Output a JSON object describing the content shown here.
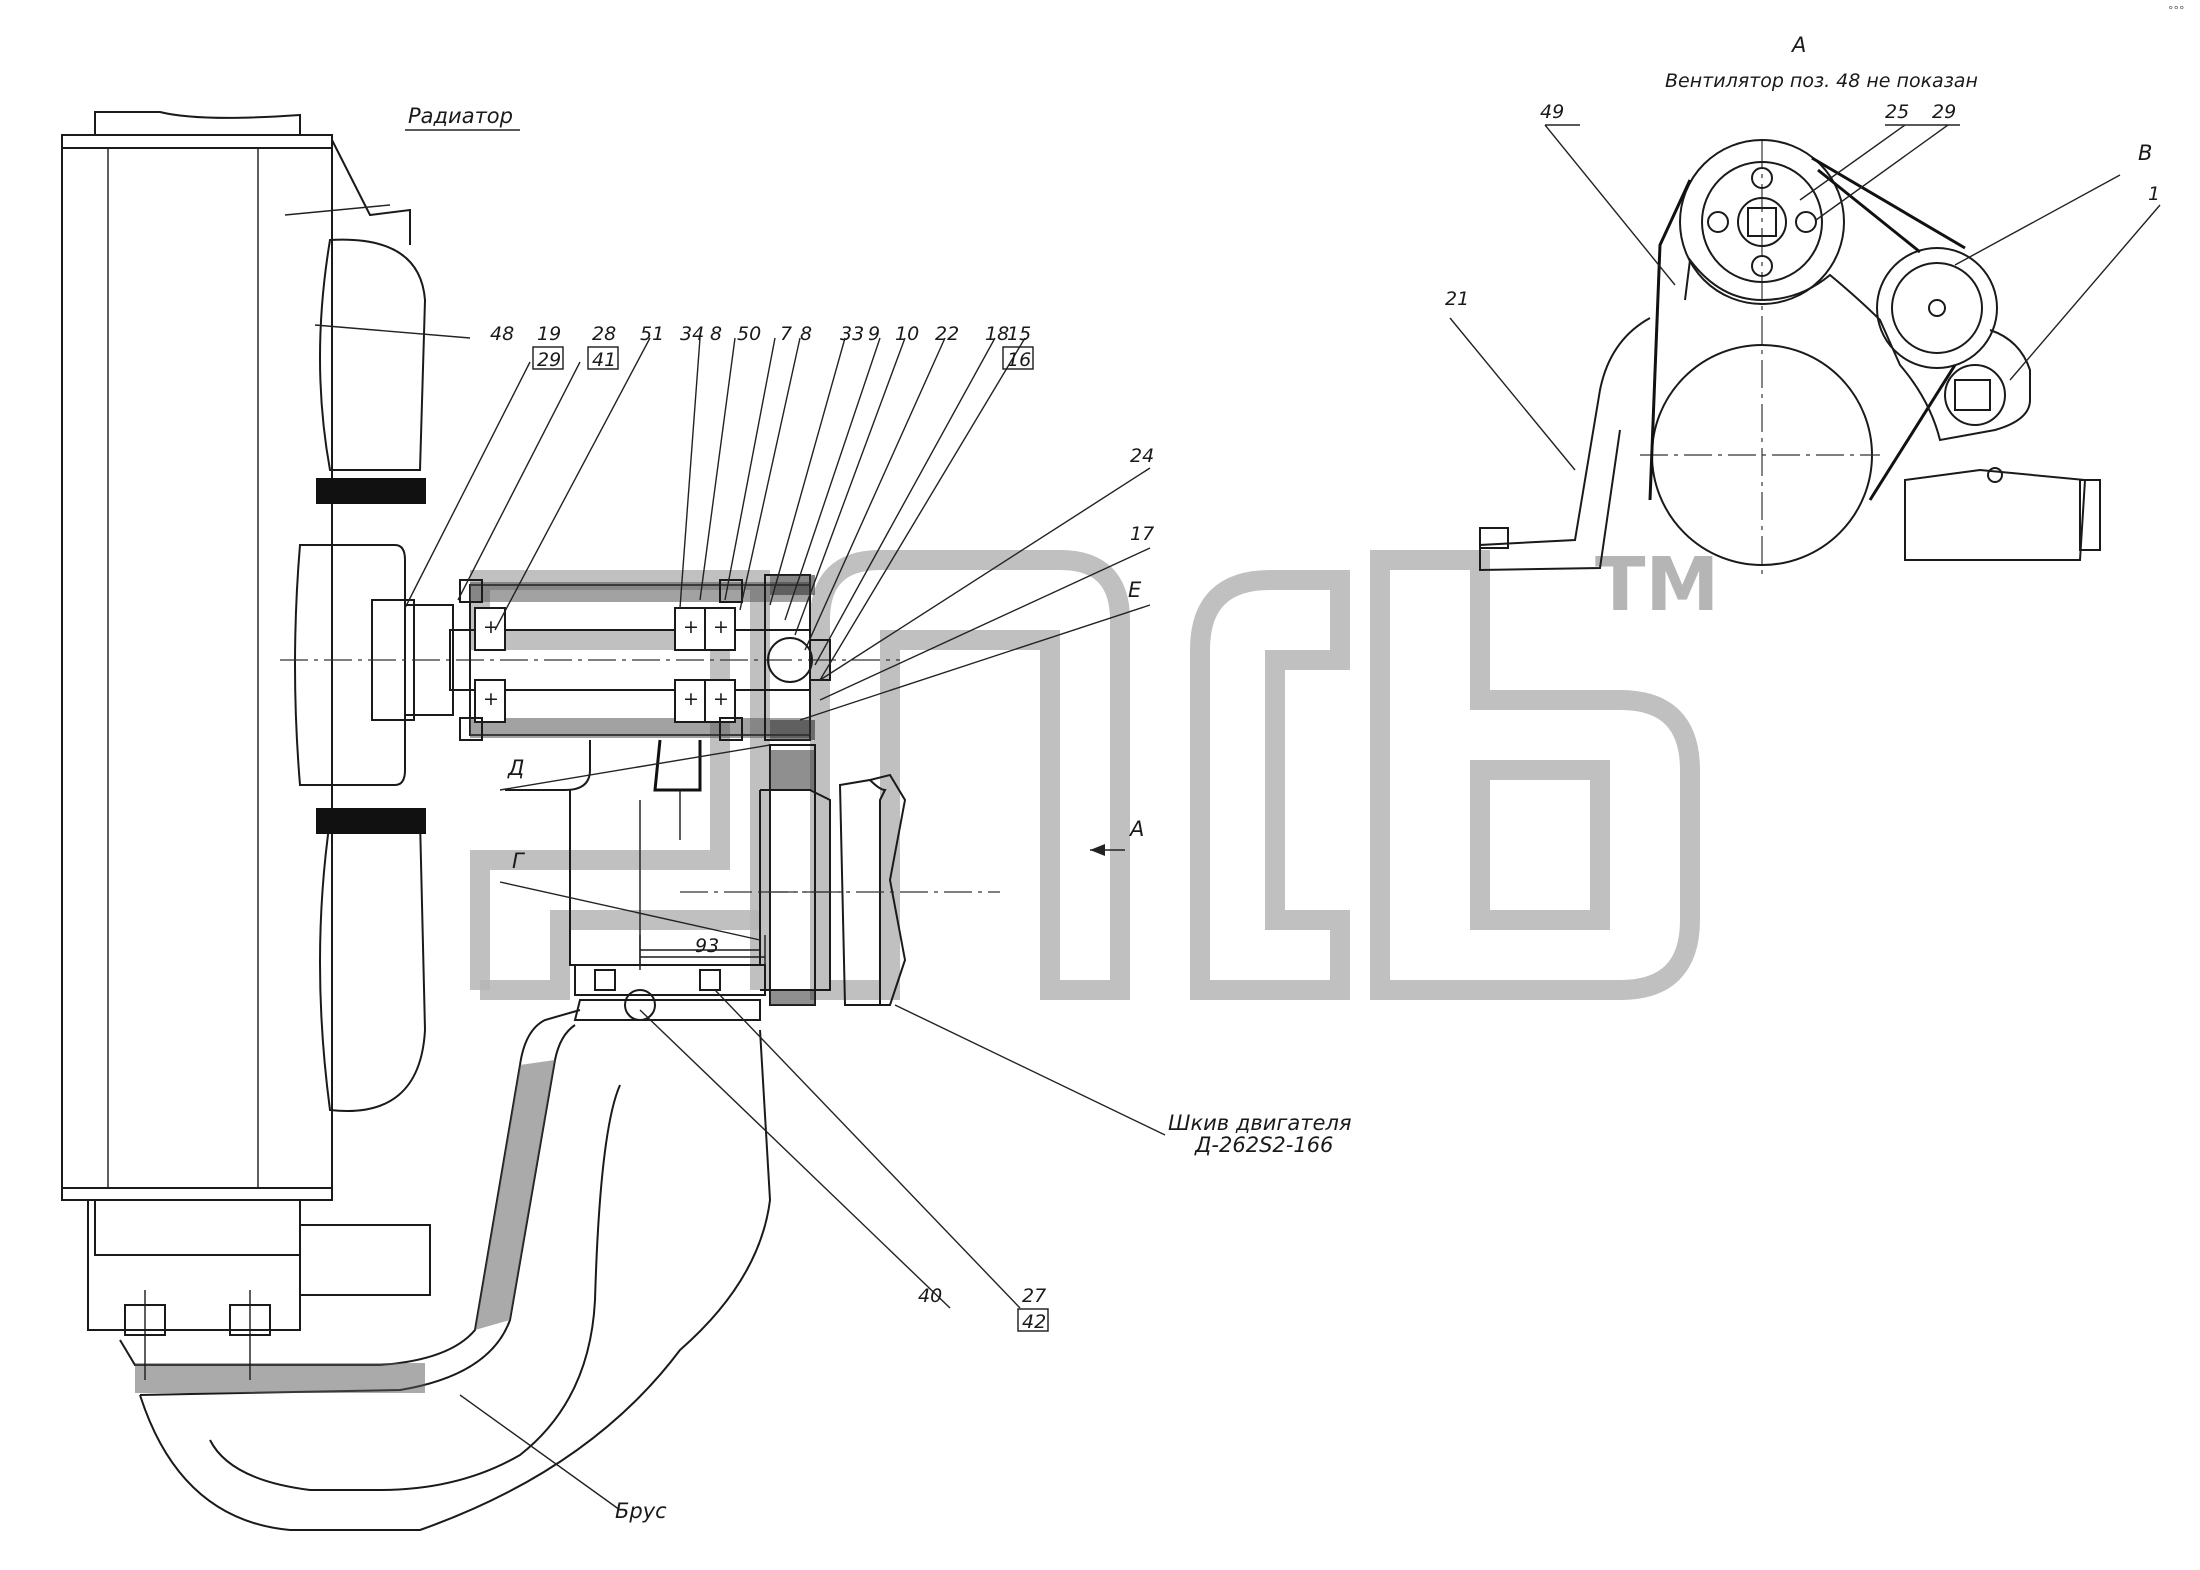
{
  "view": {
    "letter": "А",
    "note": "Вентилятор поз. 48 не показан",
    "arrow_label": "А"
  },
  "names": {
    "radiator": "Радиатор",
    "pulley_line1": "Шкив двигателя",
    "pulley_line2": "Д-262S2-166",
    "beam": "Брус"
  },
  "dimension": "93",
  "callouts": {
    "c48": "48",
    "c19": "19",
    "c29b": "29",
    "c28": "28",
    "c41": "41",
    "c51": "51",
    "c34": "34",
    "c8a": "8",
    "c50": "50",
    "c7": "7",
    "c8b": "8",
    "c33": "33",
    "c9": "9",
    "c10": "10",
    "c22": "22",
    "c18": "18",
    "c15": "15",
    "c16": "16",
    "c24": "24",
    "c17": "17",
    "cE": "Е",
    "cD": "Д",
    "cG": "Г",
    "c40": "40",
    "c27": "27",
    "c42": "42",
    "v49": "49",
    "v25": "25",
    "v29": "29",
    "vV": "В",
    "v1": "1",
    "v21": "21"
  },
  "watermark": {
    "tm": "TM"
  }
}
